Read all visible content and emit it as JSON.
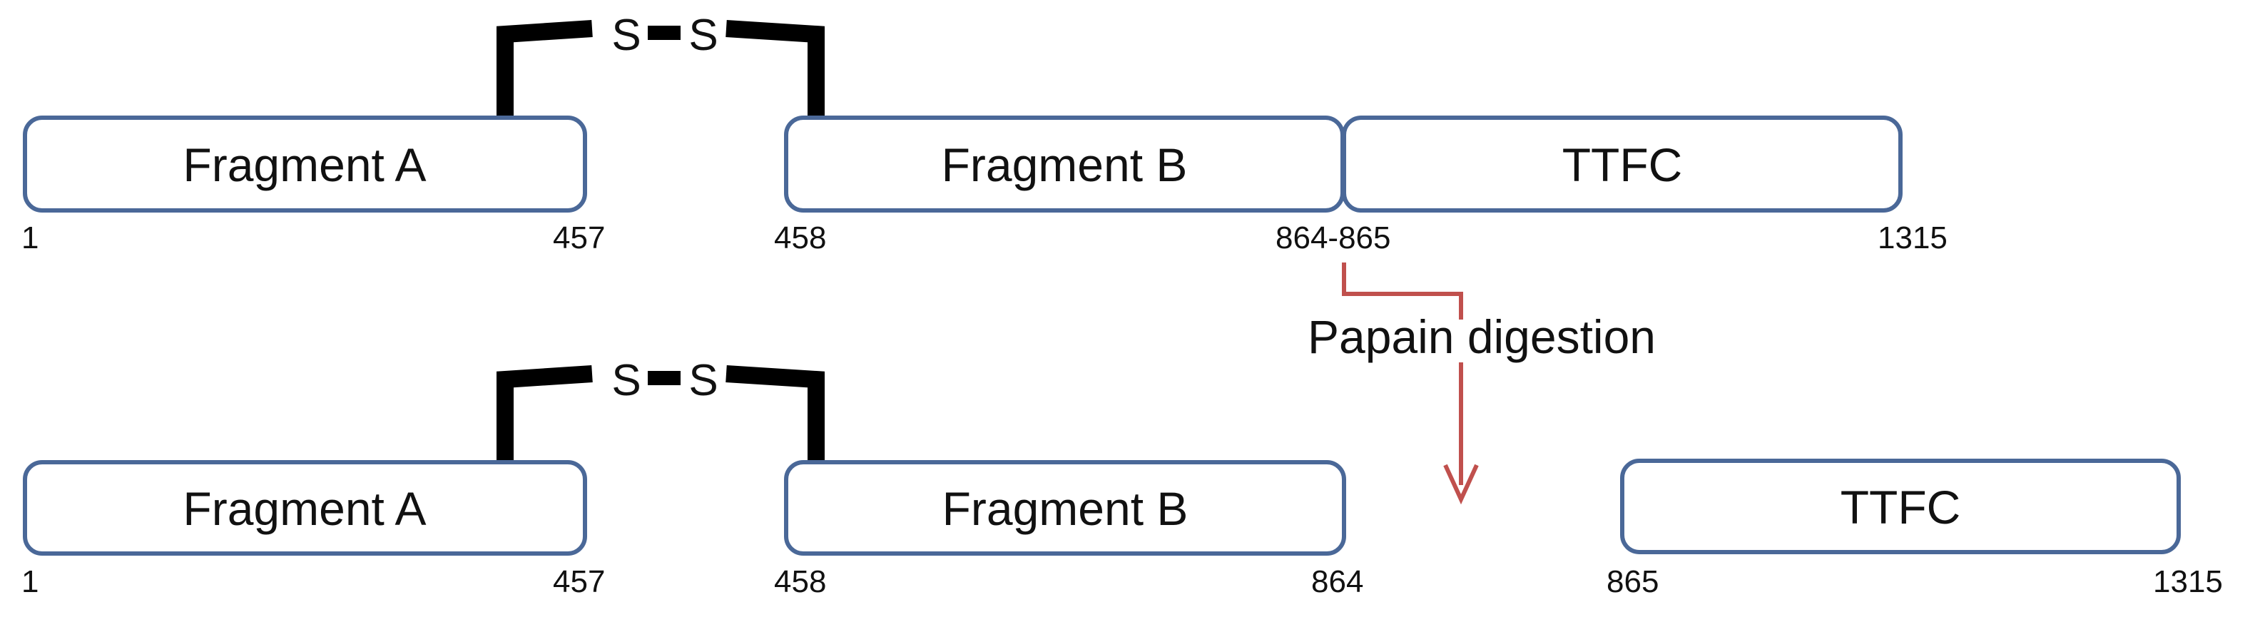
{
  "colors": {
    "box_stroke": "#4a6898",
    "box_fill": "#ffffff",
    "bond": "#000000",
    "arrow": "#c0504d",
    "text": "#111111"
  },
  "top": {
    "fragment_a": {
      "label": "Fragment A",
      "start": "1",
      "end": "457"
    },
    "fragment_b": {
      "label": "Fragment B",
      "start": "458",
      "end": "864-865"
    },
    "ttfc": {
      "label": "TTFC",
      "end": "1315"
    },
    "disulfide": {
      "left": "S",
      "right": "S"
    }
  },
  "step_label": "Papain digestion",
  "bottom": {
    "fragment_a": {
      "label": "Fragment A",
      "start": "1",
      "end": "457"
    },
    "fragment_b": {
      "label": "Fragment B",
      "start": "458",
      "end": "864"
    },
    "ttfc": {
      "label": "TTFC",
      "start": "865",
      "end": "1315"
    },
    "disulfide": {
      "left": "S",
      "right": "S"
    }
  }
}
